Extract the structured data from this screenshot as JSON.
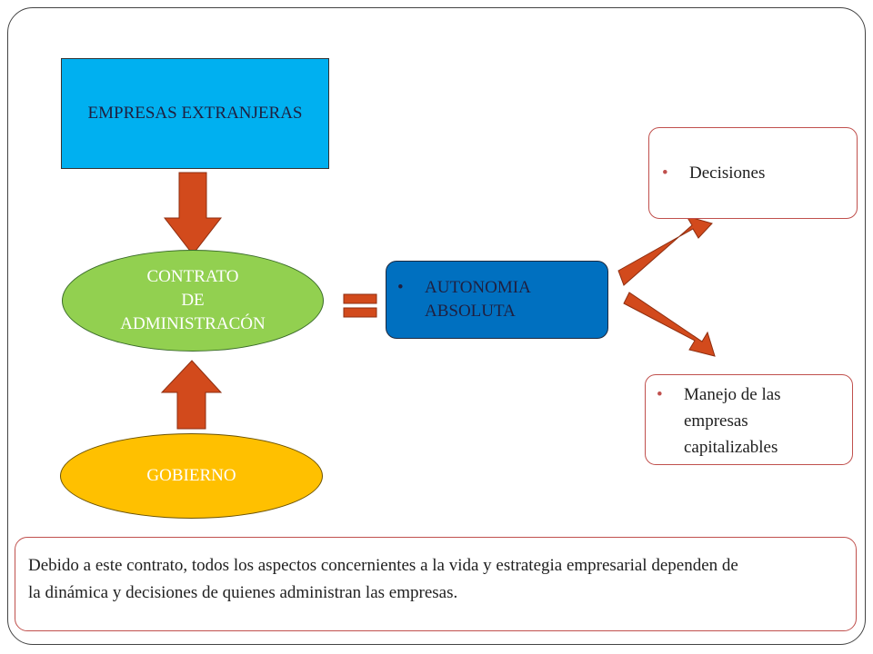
{
  "diagram": {
    "nodes": {
      "empresas": {
        "label": "EMPRESAS EXTRANJERAS"
      },
      "contrato": {
        "lines": [
          "CONTRATO",
          "DE",
          "ADMINISTRACÓN"
        ]
      },
      "gobierno": {
        "label": "GOBIERNO"
      },
      "autonomia": {
        "bullet": "•",
        "lines": [
          "AUTONOMIA",
          "ABSOLUTA"
        ]
      },
      "decisiones": {
        "bullet": "•",
        "label": "Decisiones"
      },
      "manejo": {
        "bullet": "•",
        "lines": [
          "Manejo de las",
          "empresas",
          "capitalizables"
        ]
      }
    },
    "note": {
      "lines": [
        "Debido a este contrato, todos los aspectos concernientes a la vida y estrategia empresarial dependen de",
        "la dinámica y decisiones de quienes administran las empresas."
      ]
    },
    "edges": [
      {
        "from": "empresas",
        "to": "contrato",
        "type": "arrow-down"
      },
      {
        "from": "gobierno",
        "to": "contrato",
        "type": "arrow-up"
      },
      {
        "from": "contrato",
        "to": "autonomia",
        "type": "equals"
      },
      {
        "from": "autonomia",
        "to": "decisiones",
        "type": "arrow-up-right"
      },
      {
        "from": "autonomia",
        "to": "manejo",
        "type": "arrow-down-right"
      }
    ],
    "colors": {
      "empresas_fill": "#00b0f0",
      "contrato_fill": "#92d050",
      "gobierno_fill": "#ffc000",
      "autonomia_fill": "#0070c0",
      "arrow_fill": "#d24a1c",
      "outline_red": "#c0504d"
    }
  }
}
